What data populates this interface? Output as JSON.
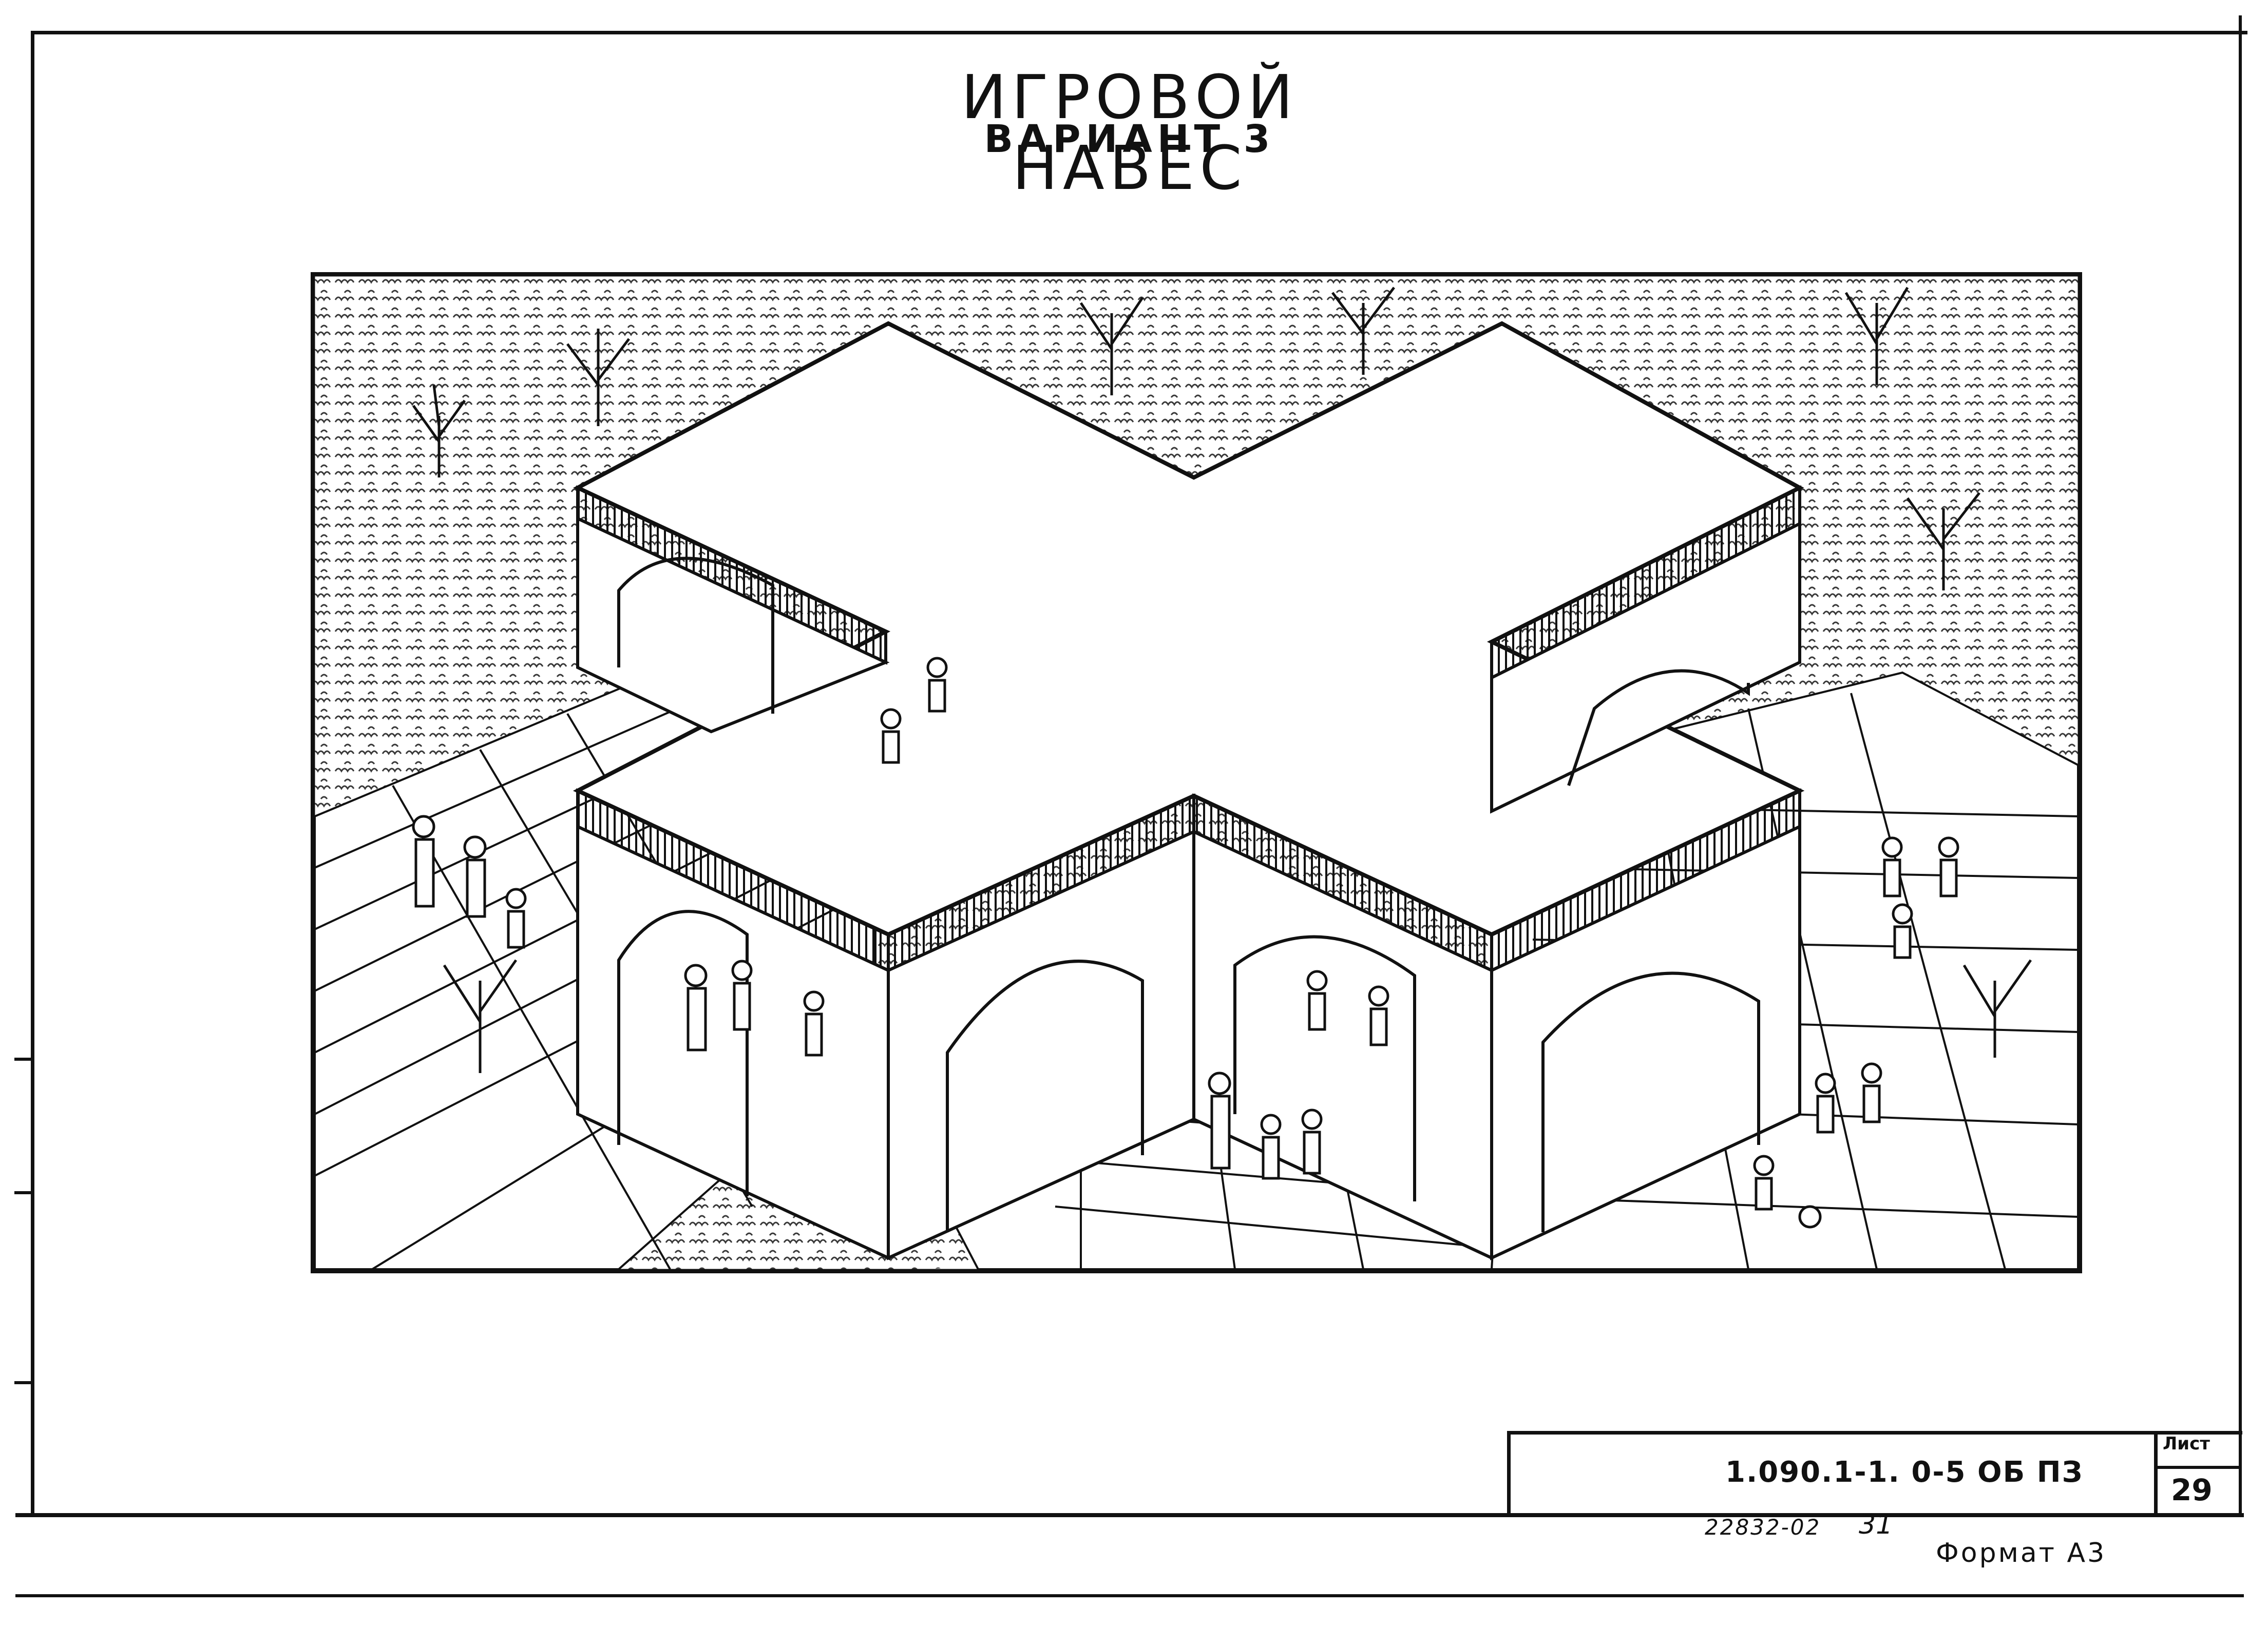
{
  "sheet": {
    "title": "ИГРОВОЙ НАВЕС",
    "subtitle": "ВАРИАНТ 3"
  },
  "stamp": {
    "document_code": "1.090.1-1. 0-5 ОБ ПЗ",
    "sheet_label": "Лист",
    "sheet_number": "29"
  },
  "footer": {
    "archive_code": "22832-02",
    "archive_page": "31",
    "format": "Формат А3"
  },
  "illustration": {
    "subject": "isometric view of cross-shaped play canopy with children"
  }
}
